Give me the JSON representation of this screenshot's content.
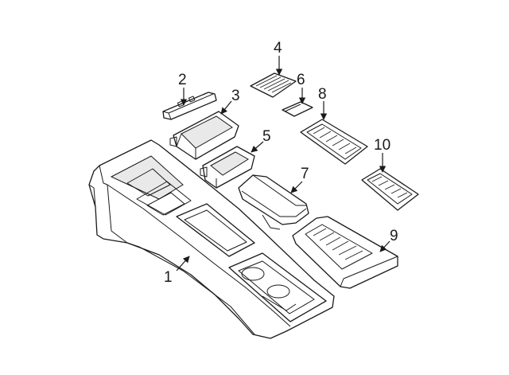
{
  "callouts": [
    {
      "id": "1",
      "label": "1"
    },
    {
      "id": "2",
      "label": "2"
    },
    {
      "id": "3",
      "label": "3"
    },
    {
      "id": "4",
      "label": "4"
    },
    {
      "id": "5",
      "label": "5"
    },
    {
      "id": "6",
      "label": "6"
    },
    {
      "id": "7",
      "label": "7"
    },
    {
      "id": "8",
      "label": "8"
    },
    {
      "id": "9",
      "label": "9"
    },
    {
      "id": "10",
      "label": "10"
    }
  ],
  "colors": {
    "line": "#1a1a1a",
    "background": "#ffffff",
    "shade": "#e9e9e9"
  }
}
